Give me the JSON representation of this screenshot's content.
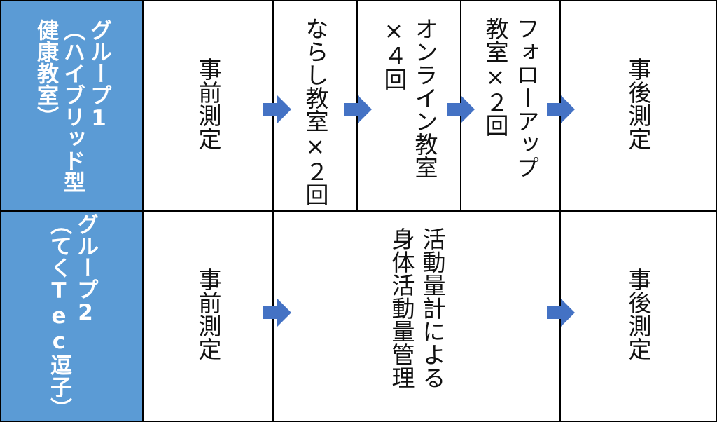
{
  "groups": [
    {
      "label": "グループ1\n（ハイブリッド型\n健康教室）",
      "steps": [
        "事前測定",
        "ならし教室×２回",
        "オンライン教室\n×４回",
        "フォローアップ\n教室×２回",
        "事後測定"
      ]
    },
    {
      "label": "グループ2\n（てくTec逗子）",
      "steps": [
        "事前測定",
        "活動量計による\n身体活動量管理",
        "事後測定"
      ]
    }
  ],
  "colors": {
    "header_bg": "#5b9bd5",
    "arrow": "#4472c4",
    "border": "#000000"
  }
}
